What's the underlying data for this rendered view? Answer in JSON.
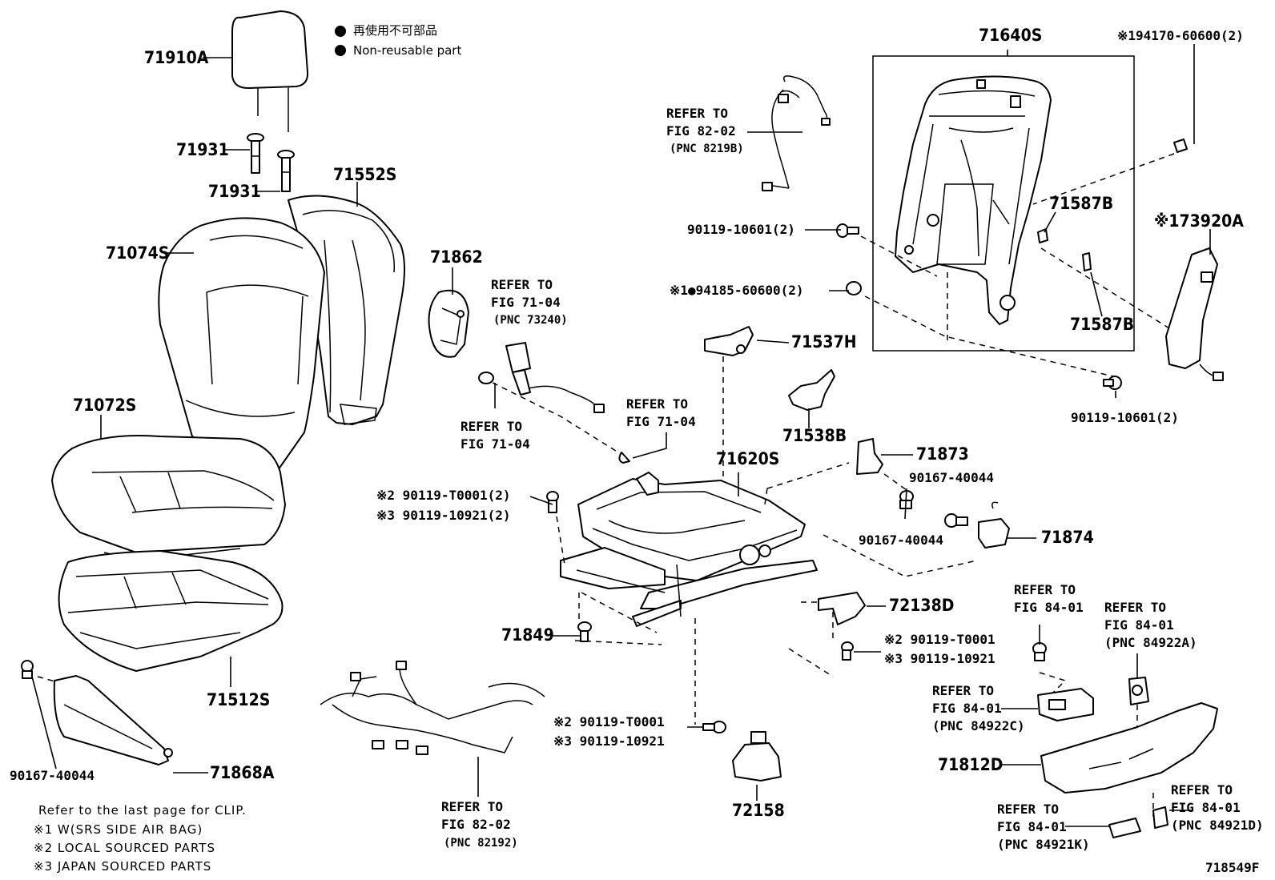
{
  "diagram_id": "718549F",
  "legend": {
    "symbol_text_jp": "再使用不可部品",
    "symbol_text_en": "Non-reusable part"
  },
  "notes": {
    "clip": "Refer to the last page for CLIP.",
    "n1": "※1 W(SRS SIDE AIR BAG)",
    "n2": "※2 LOCAL SOURCED PARTS",
    "n3": "※3 JAPAN SOURCED PARTS"
  },
  "labels": {
    "p71910A": "71910A",
    "p71931a": "71931",
    "p71931b": "71931",
    "p71552S": "71552S",
    "p71074S": "71074S",
    "p71862": "71862",
    "p71072S": "71072S",
    "p71512S": "71512S",
    "p90167_left": "90167-40044",
    "p71868A": "71868A",
    "ref_7104_a_1": "REFER TO",
    "ref_7104_a_2": "FIG 71-04",
    "ref_7104_a_3": "(PNC 73240)",
    "ref_7104_b_1": "REFER TO",
    "ref_7104_b_2": "FIG 71-04",
    "ref_7104_c_1": "REFER TO",
    "ref_7104_c_2": "FIG 71-04",
    "ref_8202_a_1": "REFER TO",
    "ref_8202_a_2": "FIG 82-02",
    "ref_8202_a_3": "(PNC 8219B)",
    "p90119_10601_a": "90119-10601(2)",
    "p94185": "※1●94185-60600(2)",
    "p71537H": "71537H",
    "p71538B": "71538B",
    "p71640S": "71640S",
    "p194170": "※194170-60600(2)",
    "p71587B_a": "71587B",
    "p71587B_b": "71587B",
    "p173920A": "※173920A",
    "p90119_10601_b": "90119-10601(2)",
    "p71620S": "71620S",
    "p71873": "71873",
    "p90167_a": "90167-40044",
    "p90167_b": "90167-40044",
    "p71874": "71874",
    "p90119_T0001_2": "※2 90119-T0001(2)",
    "p90119_10921_2": "※3 90119-10921(2)",
    "p71849": "71849",
    "p72138D": "72138D",
    "p90119_T0001_c": "※2 90119-T0001",
    "p90119_10921_c": "※3 90119-10921",
    "p90119_T0001_d": "※2 90119-T0001",
    "p90119_10921_d": "※3 90119-10921",
    "p72158": "72158",
    "ref_8202_b_1": "REFER TO",
    "ref_8202_b_2": "FIG 82-02",
    "ref_8202_b_3": "(PNC 82192)",
    "ref_8401_a_1": "REFER TO",
    "ref_8401_a_2": "FIG 84-01",
    "ref_8401_b_1": "REFER TO",
    "ref_8401_b_2": "FIG 84-01",
    "ref_8401_b_3": "(PNC 84922A)",
    "ref_8401_c_1": "REFER TO",
    "ref_8401_c_2": "FIG 84-01",
    "ref_8401_c_3": "(PNC 84922C)",
    "p71812D": "71812D",
    "ref_8401_d_1": "REFER TO",
    "ref_8401_d_2": "FIG 84-01",
    "ref_8401_d_3": "(PNC 84921D)",
    "ref_8401_e_1": "REFER TO",
    "ref_8401_e_2": "FIG 84-01",
    "ref_8401_e_3": "(PNC 84921K)"
  }
}
